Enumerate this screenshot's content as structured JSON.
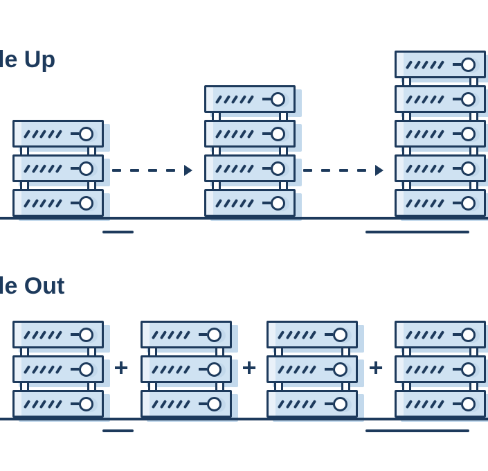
{
  "diagram": {
    "background": "#ffffff",
    "colors": {
      "navy": "#1d3a5c",
      "unit_fill": "#cfe2f2",
      "unit_highlight": "#e9f1f9",
      "unit_shadow": "#c3d9ec"
    },
    "scale_up": {
      "title": "le Up",
      "stacks": [
        {
          "units": 3
        },
        {
          "units": 4
        },
        {
          "units": 5
        }
      ]
    },
    "scale_out": {
      "title": "le Out",
      "plus_sign": "+",
      "stacks": [
        {
          "units": 3
        },
        {
          "units": 3
        },
        {
          "units": 3
        },
        {
          "units": 3
        }
      ]
    },
    "server_unit": {
      "slash_count": 5
    }
  }
}
